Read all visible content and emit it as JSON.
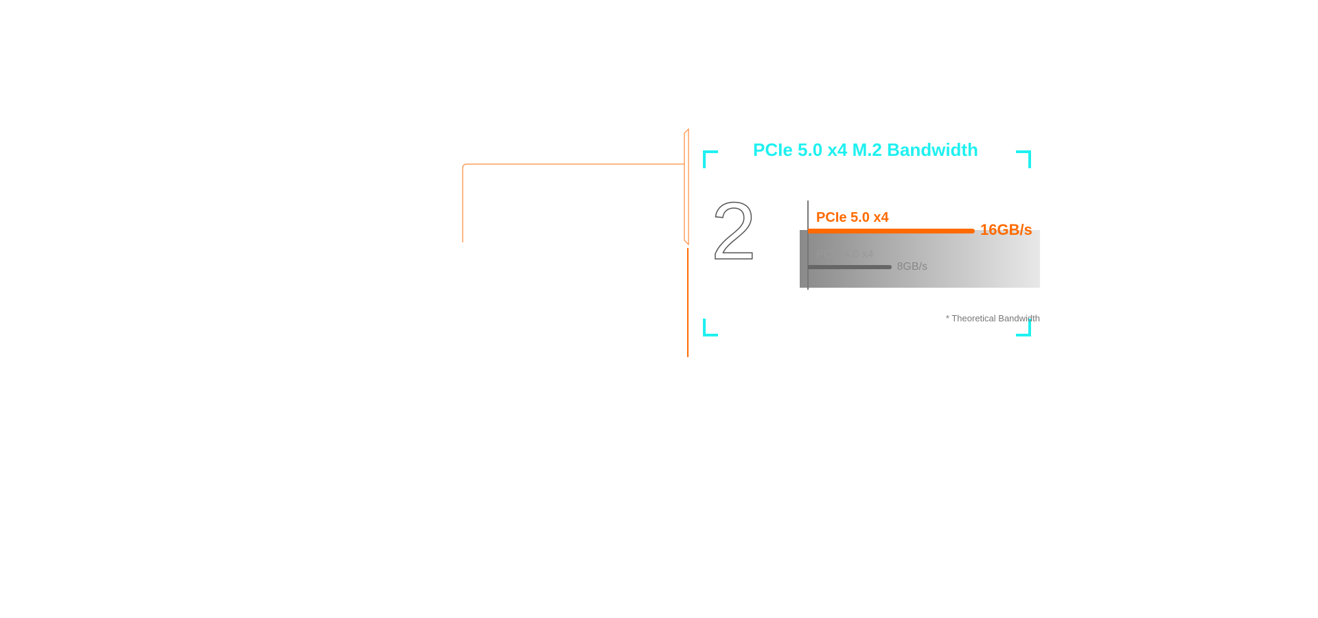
{
  "chart_data": {
    "type": "bar",
    "title": "PCIe 5.0 x4 M.2 Bandwidth",
    "index_label": "2",
    "categories": [
      "PCIe 5.0 x4",
      "PCIe 4.0 x4"
    ],
    "values": [
      16,
      8
    ],
    "value_labels": [
      "16GB/s",
      "8GB/s"
    ],
    "unit": "GB/s",
    "footnote": "* Theoretical Bandwidth",
    "colors": [
      "#ff6a00",
      "#666666"
    ],
    "accent": "#1ff0f0"
  }
}
